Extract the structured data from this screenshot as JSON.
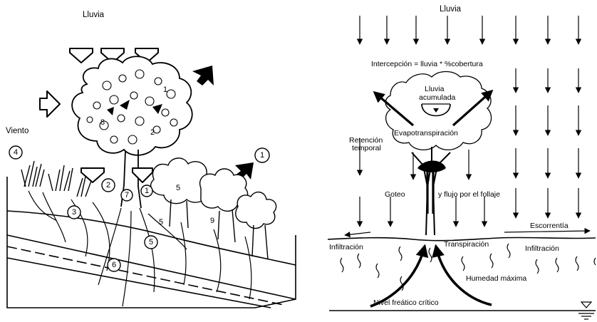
{
  "left_diagram": {
    "rain_label": "Lluvia",
    "wind_label": "Viento",
    "markers": [
      "1",
      "2",
      "3",
      "4",
      "5",
      "6",
      "7",
      "8",
      "9"
    ]
  },
  "right_diagram": {
    "rain_label": "Lluvia",
    "interception_formula": "Intercepción = lluvia * %cobertura",
    "stored_rain_line1": "Lluvia",
    "stored_rain_line2": "acumulada",
    "evapotranspiration": "Evapotranspiración",
    "temporary_retention_line1": "Retención",
    "temporary_retention_line2": "temporal",
    "drip_label": "Goteo",
    "stemflow_label": "y flujo por el follaje",
    "runoff_label": "Escorrentía",
    "infiltration_left": "Infiltración",
    "transpiration": "Transpiración",
    "infiltration_right": "Infiltración",
    "max_moisture": "Humedad máxima",
    "water_table": "Nivel freático crítico"
  }
}
